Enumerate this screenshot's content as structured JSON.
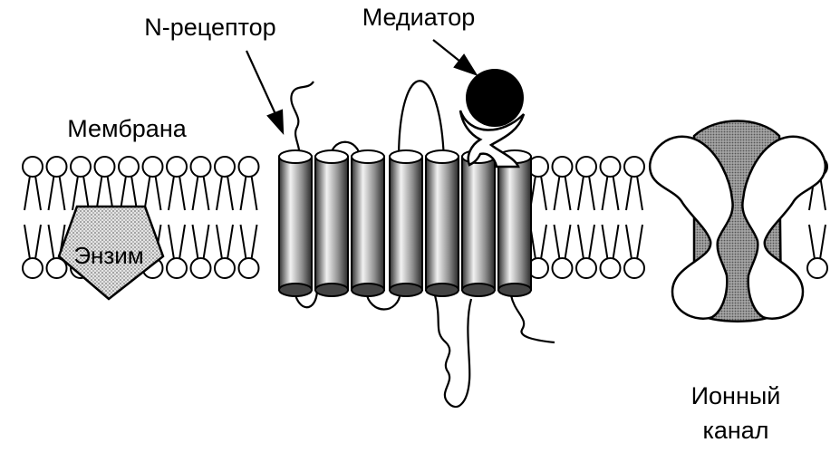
{
  "labels": {
    "receptor": "N-рецептор",
    "mediator": "Медиатор",
    "membrane": "Мембрана",
    "enzyme": "Энзим",
    "channel_line1": "Ионный",
    "channel_line2": "канал"
  },
  "colors": {
    "ink": "#000000",
    "paper": "#ffffff",
    "enzyme_fill": "#c8c8c8",
    "channel_fill": "#8c8c8c",
    "mediator_fill": "#000000"
  }
}
